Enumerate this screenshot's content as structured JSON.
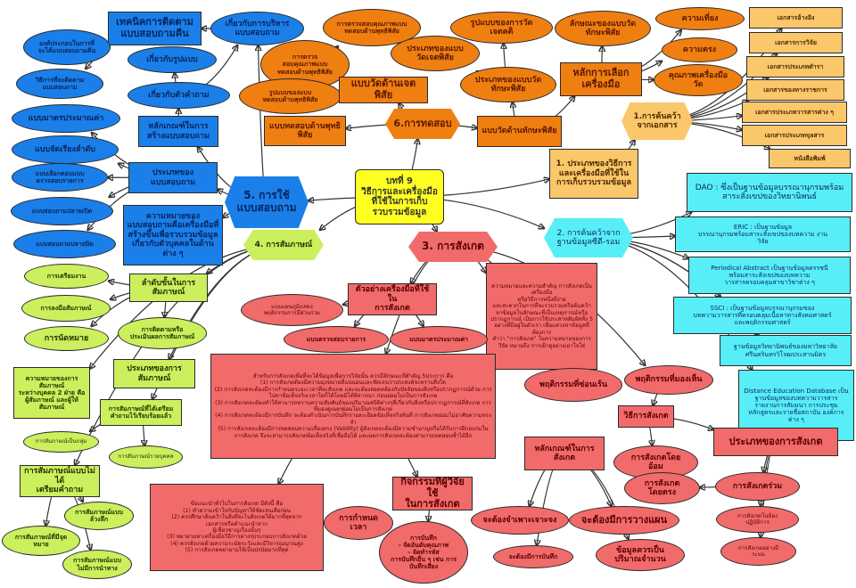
{
  "center": {
    "title": "บทที่ 9\nวิธีการและเครื่องมือที่ใช้ในการเก็บรวบรวมข้อมูล"
  },
  "questionnaire": {
    "main": "5. การใช้\nแบบสอบถาม",
    "followup_techniques": "เทคนิคการติดตาม\nแบบสอบถามคืน",
    "about_admin": "เกี่ยวกับการบริหาร\nแบบสอบถาม",
    "return_components": "องค์ประกอบในการที่\nจะได้แบบสอบถามคืน",
    "about_format": "เกี่ยวกับรูปแบบ",
    "followup_methods": "วิธีการที่จะติดตาม\nแบบสอบถาม",
    "about_questions": "เกี่ยวกับตัวคำถาม",
    "rating_scale": "แบบมาตรประมาณค่า",
    "construction_criteria": "หลักเกณฑ์ในการ\nสร้างแบบสอบถาม",
    "ranking": "แบบจัดเรียงลำดับ",
    "checklist": "แบบเลือกตอบแบบ\nตรวจสอบรายการ",
    "types": "ประเภทของ\nแบบสอบถาม",
    "open_ended": "แบบสอบถามปลายเปิด",
    "definition": "ความหมายของ\nแบบสอบถามคือเครื่องมือที่สร้างขึ้นเพื่อรวบรวมข้อมูลเกี่ยวกับตัวบุคคลในด้านต่าง ๆ",
    "closed_ended": "แบบสอบถามปลายปิด"
  },
  "testing": {
    "main": "6.การทดสอบ",
    "cognitive_quality_check": "การตรวจสอบคุณภาพแบบ\nทดสอบด้านพุทธิพิสัย",
    "cognitive_quality_check_2": "การตรวจ\nสอบคุณภาพแบบ\nทดสอบด้านพุทธิพิสัย",
    "affective_types": "ประเภทของแบบ\nวัดเจตพิสัย",
    "attitude_formats": "รูปแบบของการวัด\nเจตคติ",
    "psychomotor_traits": "ลักษณะของแบบวัด\nทักษะพิสัย",
    "reliability": "ความเที่ยง",
    "validity": "ความตรง",
    "instrument_quality": "คุณภาพเครื่องมือ\nวัด",
    "cognitive_formats": "รูปแบบของแบบ\nทดสอบด้านพุทธิพิสัย",
    "affective": "แบบวัดด้านเจตพิสัย",
    "psychomotor_types": "ประเภทของแบบวัด\nทักษะพิสัย",
    "selection_principles": "หลักการเลือก\nเครื่องมือ",
    "cognitive": "แบบทดสอบด้านพุทธิ\nพิสัย",
    "psychomotor": "แบบวัดด้านทักษะพิสัย"
  },
  "documents": {
    "types_of_methods": "1.  ประเภทของวิธีการ\nและเครื่องมือที่ใช้ใน\nการเก็บรวบรวมข้อมูล",
    "main": "1.การค้นคว้า\nจากเอกสาร",
    "items": [
      "เอกสารอ้างอิง",
      "เอกสารการวิจัย",
      "เอกสารประเภทตำรา",
      "เอกสารของทางราชการ",
      "เอกสารประเภทวารสารต่าง ๆ",
      "เอกสารประเภทจุลสาร",
      "หนังสือพิมพ์"
    ]
  },
  "cdrom": {
    "main": "2. การค้นคว้าจาก\nฐานข้อมูลซีดี-รอม",
    "items": [
      "DAO : ซึ่งเป็นฐานข้อมูลบรรณานุกรมพร้อม\nสาระสังเขปของวิทยานิพนธ์",
      "ERIC : เป็นฐานข้อมูล\nบรรณานุกรมพร้อมสาระสังเขปของบทความ งาน\nวิจัย",
      "Periodical Abstract  เป็นฐานข้อมูลดรรชนี\nพร้อมสาระสังเขปของบทความ\nวารสารครอบคลุมสาขาวิชาต่าง ๆ",
      "SSCI : เป็นฐานข้อมูลบรรณานุกรมของ\nบทความวารสารที่ครอบคลุมเนื้อหาทางสังคมศาสตร์\nและพฤติกรรมศาสตร์",
      "ฐานข้อมูลวิทยานิพนธ์ของมหาวิทยาลัย\nศรีนครินทรวิโรฒประสานมิตร",
      "Distance Education Database เป็น\nฐานข้อมูลของบทความวารสาร\nรายงานการสัมมนา การประชุม\nหลักสูตรและรายชื่อสถาบัน องค์การ\nต่าง ๆ"
    ]
  },
  "interview": {
    "main": "4. การสัมภาษณ์",
    "preparation": "การเตรียมงาน",
    "steps": "ลำดับขั้นในการ\nสัมภาษณ์",
    "conducting": "การลงมือสัมภาษณ์",
    "followup": "การติดตามหรือ\nประเมินผลการสัมภาษณ์",
    "appointment": "การนัดหมาย",
    "types": "ประเภทของการ\nสัมภาษณ์",
    "definition": "ความหมายของการ\nสัมภาษณ์\nระหว่างบุคคล 2 ฝ่าย คือ\nผู้สัมภาษณ์  และผู้ให้\nสัมภาษณ์",
    "structured": "การสัมภาษณ์ที่ได้เตรียม\nคำถามไว้เรียบร้อยแล้ว",
    "group": "การสัมภาษณ์เป็นกลุ่ม",
    "individual": "การสัมภาษณ์รายบุคคล",
    "unstructured": "การสัมภาษณ์แบบไม่ได้\nเตรียมคำถาม",
    "in_depth": "การสัมภาษณ์แบบ\nล้วงลึก",
    "focused": "การสัมภาษณ์ที่มีจุด\nหมาย",
    "nondirective": "การสัมภาษณ์แบบ\nไม่มีการนำทาง"
  },
  "observation": {
    "main": "3. การสังเกต",
    "participation_chart": "แบบแผนภูมิแสดง\nพฤติกรรมการมีส่วนร่วม",
    "example_tools": "ตัวอย่างเครื่องมือที่ใช้ใน\nการสังเกต",
    "meaning": "ความหมายและความสำคัญ การสังเกตเป็นเครื่องมือ\nหรือวิธีการหนึ่งที่ง่าย\nและสะดวกในการที่จะรวบรวมหรือค้นคว้าหาข้อมูลในลักษณะที่เป็นเหตุการณ์หรือปรากฏการณ์  เป็นการใช้ประสาทสัมผัสทั้ง 5 อย่างที่มีอยู่ในตัวเรา เพื่อแสวงหาข้อมูลที่ต้องการ\nคำว่า \"การสังเกต\" ในความหมายของการวิจัย หมายถึง การเฝ้าดูอย่างเอาใจใส่",
    "checklist": "แบบตรวจสอบรายการ",
    "rating_scale": "แบบมาตรประมาณค่า",
    "characteristics": "สำหรับการสังเกตเพื่อที่จะได้ข้อมูลเพื่อการวิจัยนั้น ควรมีลักษณะที่สำคัญ 5ประการ คือ\n(1) การสังเกตต้องมีความมุ่งหมายที่แน่นอนและชัดเจนว่าประสงค์จะทราบสิ่งใด\n(2) การสังเกตจะต้องมีการกำหนดระยะเวลาที่จะสังเกต และจะต้องสอดคล้องกับปัจจัยของสิ่งหรือปรากฏการณ์ด้วย  การไปหาข้อเท็จจริงเวลาใดก็ได้โดยมิได้พิจารณา ก่อนย่อมไม่เป็นการสังเกต\n(3) การสังเกตจะต้องทำให้สามารถทราบความสัมพันธ์ของปริมาณสถิติต่างๆที่เกี่ยวกับสิ่งหรือปรากฏการณ์ที่สังเกต การที่มองดูเฉยๆย่อมไม่เป็นการสังเกต\n(4) การสังเกตจะต้องมีการบันทึก จะต้องดำเนินการบันทึกรายละเอียดข้อเท็จจริงทันที การสังเกตย่อมไม่อาศัยความทรงจำ\n(5) การสังเกตจะต้องมีการทดสอบความเที่ยงตรง (Validity) ผู้สังเกตจะต้องมีความชำนาญหรือได้รับการฝึกอบรมในการสังเกต จึงจะสามารถสังเกตข้อเท็จจริงที่เชื่อถือได้ และผลการสังเกตจะต้องสามารถทดสอบซ้ำได้อีก",
    "hidden_behavior": "พฤติกรรมที่ซ่อนเร้น",
    "visible_behavior": "พฤติกรรมที่มองเห็น",
    "methods": "วิธีการสังเกต",
    "types": "ประเภทของการสังเกต",
    "principles": "หลักเกณฑ์ในการ\nสังเกต",
    "indirect": "การสังเกตโดย\nอ้อม",
    "advice": "ข้อแนะนำทั่วไปในการสังเกต  มีดังนี้ คือ\n(1) ทำความเข้าใจกับปัญหาให้ชัดเจนเสียก่อน\n(2) ควรศึกษาค้นคว้าในสิ่งที่จะไปสังเกตให้มากที่สุดจาก\nเอกสารหรือคำแนะนำจาก\nผู้เชี่ยวชาญเรื่องนั้นๆ\n(3) พยายามหาเครื่องมือวิธีการต่างๆประกอบการสังเกตด้วย\n(4) ควรสังเกตด้วยความระมัดระวังและมีวิจารณญาณสูง\n(5) การสังเกตพยายามให้เป็นปรนัยมากที่สุด",
    "activities": "กิจกรรมที่ผู้วิจัยใช้\nในการสังเกต",
    "direct": "การสังเกต\nโดยตรง",
    "participant": "การสังเกตร่วม",
    "timing": "การกำหนด\nเวลา",
    "specific": "จะต้องจำเพาะเจาะจง",
    "planning": "จะต้องมีการวางแผน",
    "laboratory": "การสังเกตในห้อง\nปฏิบัติการ",
    "recording": "การบันทึก\n- จัดอันดับคุณภาพ\n- จัดทำรหัส\nการบันทึกอื่น ๆ  เช่น การ\nบันทึกเสียง",
    "must_record": "จะต้องมีการบันทึก",
    "quantitative": "ข้อมูลควรเป็น\nปริมาณจำนวน",
    "systematic": "การสังเกตอย่างมี\nระบบ"
  }
}
